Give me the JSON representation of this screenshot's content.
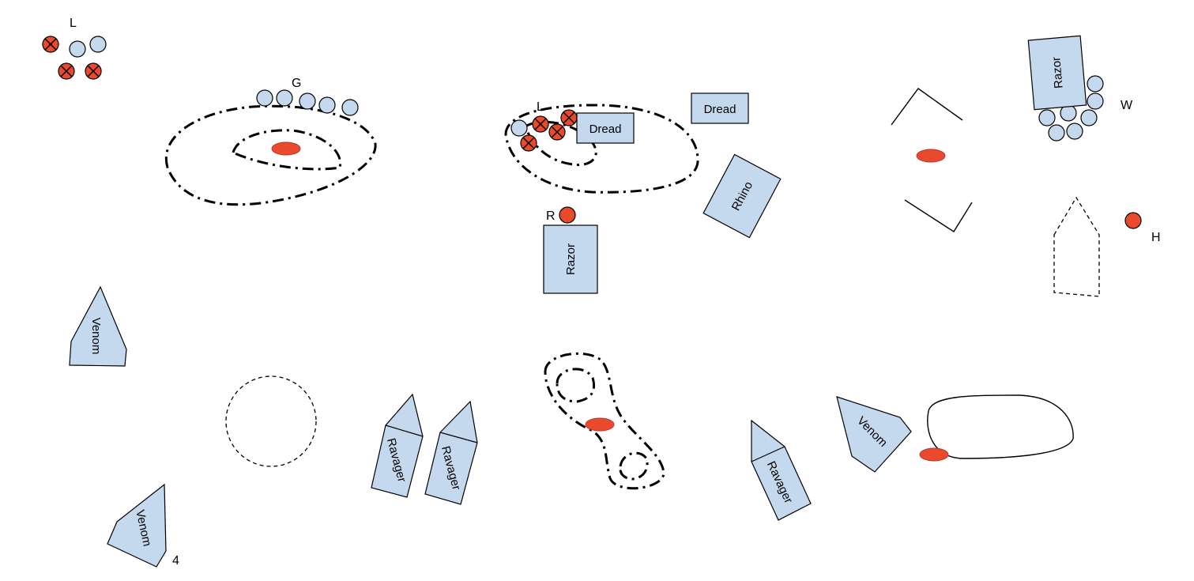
{
  "colors": {
    "unit_fill": "#c5d9ee",
    "objective": "#ea4a2c",
    "stroke": "#000000"
  },
  "labels": {
    "squad_l_top": "L",
    "squad_g": "G",
    "squad_l_mid": "L",
    "squad_w": "W",
    "squad_r": "R",
    "squad_h": "H",
    "number_4": "4"
  },
  "units": {
    "dread_1": "Dread",
    "dread_2": "Dread",
    "rhino": "Rhino",
    "razor_1": "Razor",
    "razor_2": "Razor",
    "venom_1": "Venom",
    "venom_2": "Venom",
    "venom_3": "Venom",
    "ravager_1": "Ravager",
    "ravager_2": "Ravager",
    "ravager_3": "Ravager"
  }
}
